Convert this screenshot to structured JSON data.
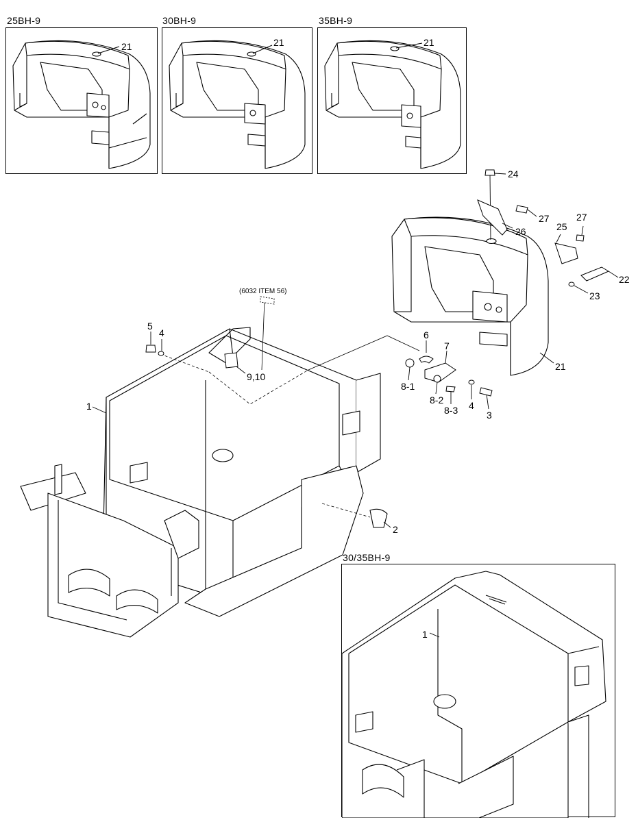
{
  "insets": [
    {
      "model": "25BH-9",
      "callout": "21"
    },
    {
      "model": "30BH-9",
      "callout": "21"
    },
    {
      "model": "35BH-9",
      "callout": "21"
    }
  ],
  "bottom_inset": {
    "model": "30/35BH-9",
    "callout": "1"
  },
  "reference_note": "(6032 ITEM 56)",
  "callouts": {
    "c24": "24",
    "c27a": "27",
    "c26": "26",
    "c25": "25",
    "c27b": "27",
    "c22": "22",
    "c23": "23",
    "c21": "21",
    "c6": "6",
    "c7": "7",
    "c81": "8-1",
    "c82": "8-2",
    "c83": "8-3",
    "c4a": "4",
    "c3": "3",
    "c5": "5",
    "c4b": "4",
    "c910": "9,10",
    "c1": "1",
    "c2": "2"
  }
}
